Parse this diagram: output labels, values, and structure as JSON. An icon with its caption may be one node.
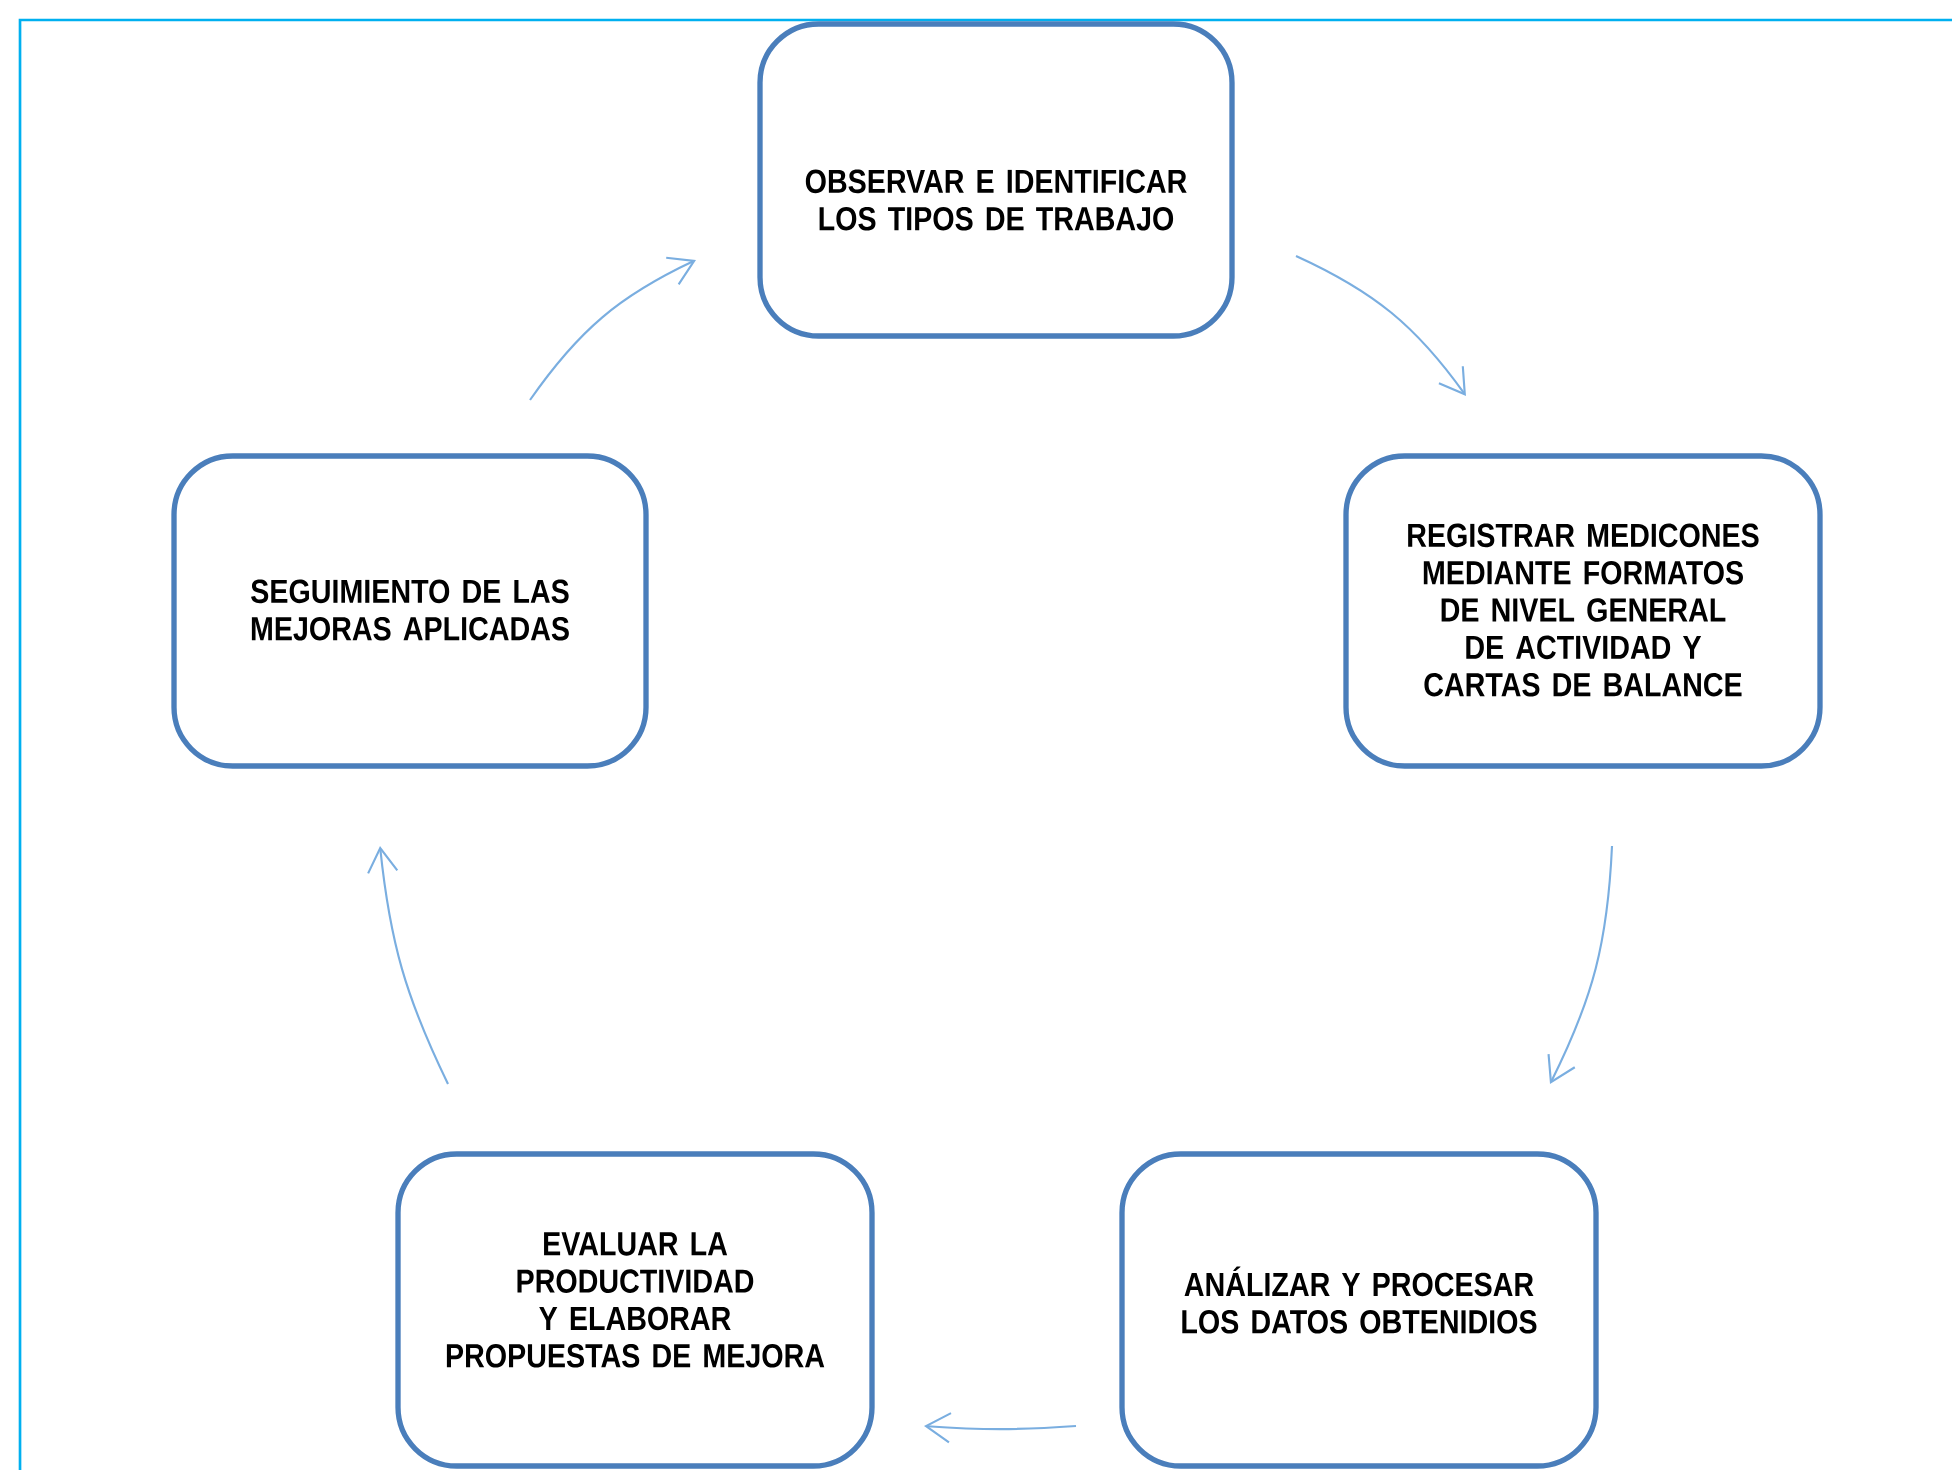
{
  "diagram": {
    "nodes": [
      {
        "text": [
          "OBSERVAR E IDENTIFICAR LOS TIPOS DE TRABAJO"
        ]
      },
      {
        "text": [
          "REGISTRAR MEDICONES MEDIANTE FORMATOS DE NIVEL GENERAL DE ACTIVIDAD Y CARTAS DE BALANCE"
        ]
      },
      {
        "text": [
          "ANÁLIZAR Y PROCESAR LOS DATOS OBTENIDIOS"
        ]
      },
      {
        "text": [
          "EVALUAR LA PRODUCTIVIDAD Y ELABORAR PROPUESTAS DE MEJORA"
        ]
      },
      {
        "text": [
          "SEGUIMIENTO DE LAS MEJORAS APLICADAS"
        ]
      }
    ],
    "edges": [
      {
        "from": 0,
        "to": 1,
        "arrow": "to"
      },
      {
        "from": 1,
        "to": 2,
        "arrow": "to"
      },
      {
        "from": 2,
        "to": 3,
        "arrow": "to"
      },
      {
        "from": 3,
        "to": 4,
        "arrow": "to"
      },
      {
        "from": 4,
        "to": 0,
        "arrow": "to"
      }
    ]
  }
}
